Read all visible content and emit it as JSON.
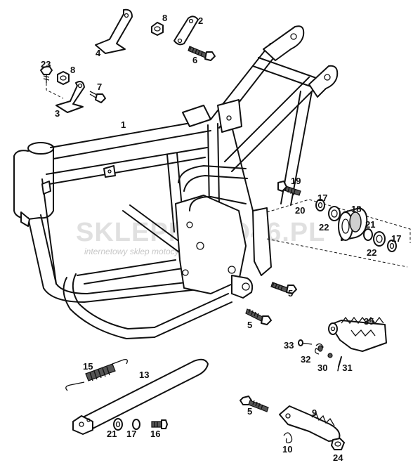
{
  "watermark": {
    "main": "SKLEPMOTO46.PL",
    "sub": "internetowy sklep motocyklowy"
  },
  "callouts": [
    {
      "id": "c1",
      "label": "1"
    },
    {
      "id": "c2",
      "label": "2"
    },
    {
      "id": "c3",
      "label": "3"
    },
    {
      "id": "c4",
      "label": "4"
    },
    {
      "id": "c5a",
      "label": "5"
    },
    {
      "id": "c5b",
      "label": "5"
    },
    {
      "id": "c5c",
      "label": "5"
    },
    {
      "id": "c6",
      "label": "6"
    },
    {
      "id": "c7",
      "label": "7"
    },
    {
      "id": "c8a",
      "label": "8"
    },
    {
      "id": "c8b",
      "label": "8"
    },
    {
      "id": "c9",
      "label": "9"
    },
    {
      "id": "c10",
      "label": "10"
    },
    {
      "id": "c13",
      "label": "13"
    },
    {
      "id": "c15",
      "label": "15"
    },
    {
      "id": "c16",
      "label": "16"
    },
    {
      "id": "c17a",
      "label": "17"
    },
    {
      "id": "c17b",
      "label": "17"
    },
    {
      "id": "c17c",
      "label": "17"
    },
    {
      "id": "c18",
      "label": "18"
    },
    {
      "id": "c19",
      "label": "19"
    },
    {
      "id": "c20",
      "label": "20"
    },
    {
      "id": "c21a",
      "label": "21"
    },
    {
      "id": "c21b",
      "label": "21"
    },
    {
      "id": "c22a",
      "label": "22"
    },
    {
      "id": "c22b",
      "label": "22"
    },
    {
      "id": "c23",
      "label": "23"
    },
    {
      "id": "c24",
      "label": "24"
    },
    {
      "id": "c30",
      "label": "30"
    },
    {
      "id": "c31",
      "label": "/ 31"
    },
    {
      "id": "c32",
      "label": "32"
    },
    {
      "id": "c33",
      "label": "33"
    },
    {
      "id": "c35",
      "label": "35"
    }
  ]
}
